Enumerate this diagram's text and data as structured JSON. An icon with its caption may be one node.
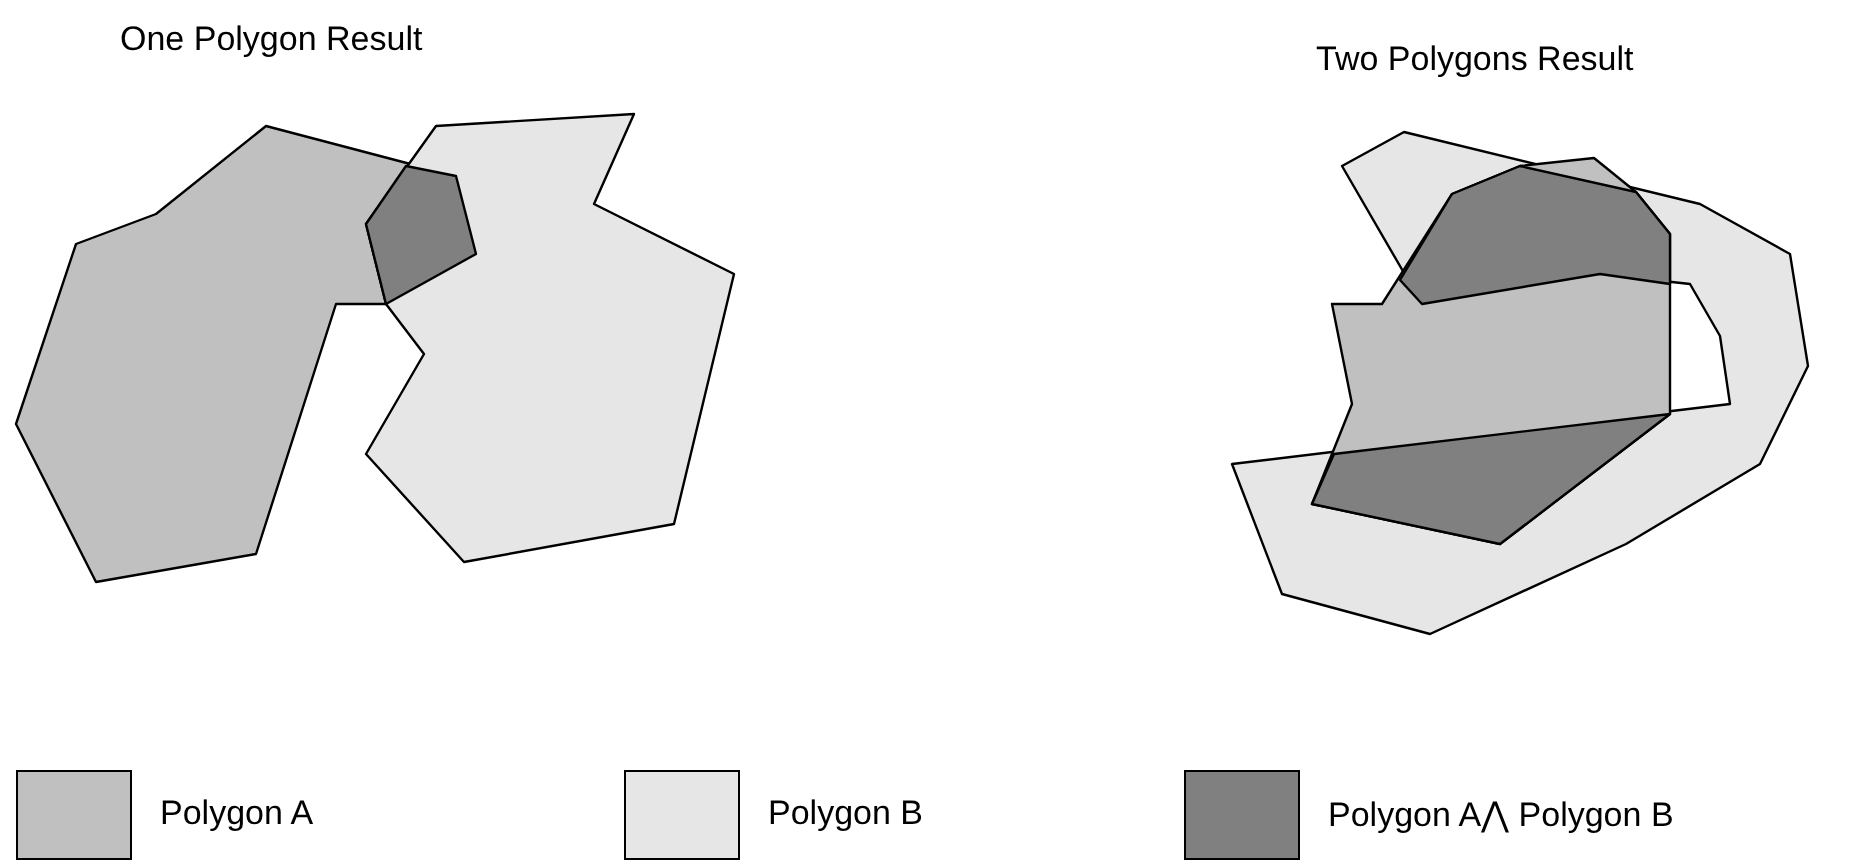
{
  "diagram": {
    "labels": [
      "One Polygon Result",
      "Two Polygons Result"
    ],
    "legend": [
      {
        "text": "Polygon A",
        "color": "#c0c0c0"
      },
      {
        "text": "Polygon B",
        "color": "#e6e6e6"
      },
      {
        "text": "Polygon A⋀ Polygon B",
        "color": "#808080"
      }
    ]
  }
}
